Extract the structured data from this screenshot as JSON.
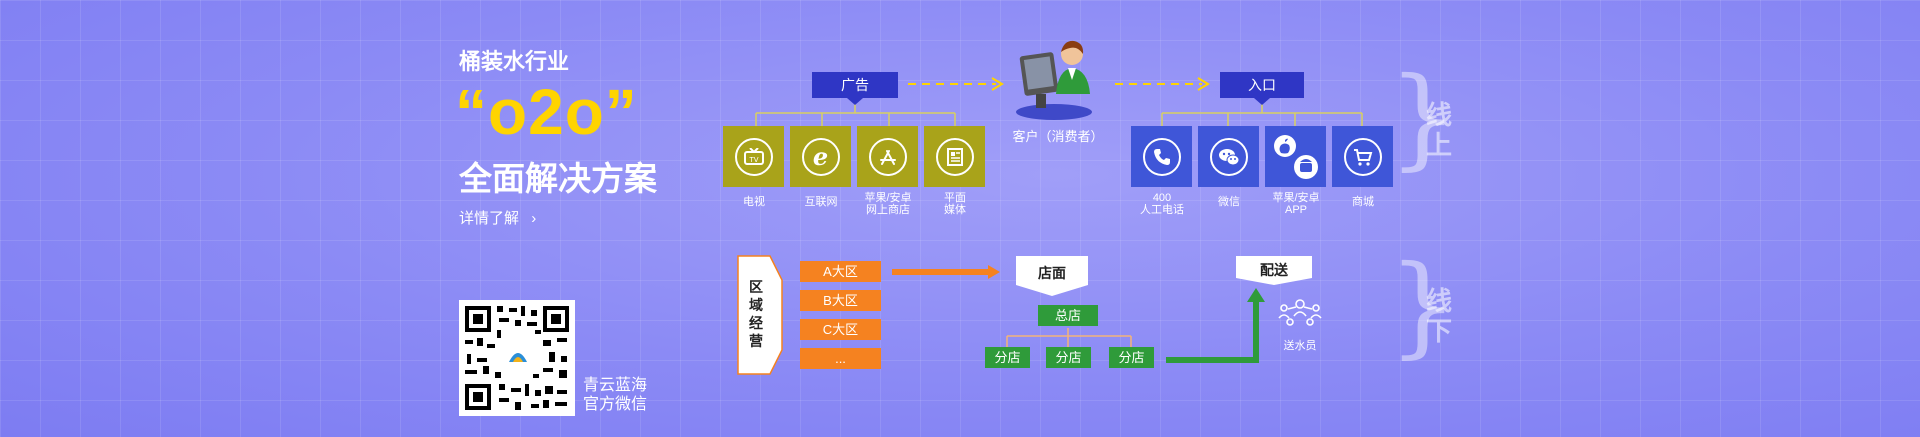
{
  "hero": {
    "subtitle": "桶装水行业",
    "o2o": "“o2o”",
    "title": "全面解决方案",
    "link_label": "详情了解",
    "qr_caption_1": "青云蓝海",
    "qr_caption_2": "官方微信"
  },
  "online": {
    "ad_label": "广告",
    "entry_label": "入口",
    "customer_label": "客户（消费者）",
    "side_label_1": "线",
    "side_label_2": "上",
    "ad_channels": [
      {
        "label": "电视",
        "icon": "tv-icon"
      },
      {
        "label": "互联网",
        "icon": "ie-icon"
      },
      {
        "label": "苹果/安卓\n网上商店",
        "icon": "app-store-icon"
      },
      {
        "label": "平面\n媒体",
        "icon": "newspaper-icon"
      }
    ],
    "entry_channels": [
      {
        "label": "400\n人工电话",
        "icon": "phone-icon"
      },
      {
        "label": "微信",
        "icon": "wechat-icon"
      },
      {
        "label": "苹果/安卓\nAPP",
        "icon": "apple-android-icon"
      },
      {
        "label": "商城",
        "icon": "cart-icon"
      }
    ]
  },
  "offline": {
    "region_label": "区\n域\n经\n营",
    "regions": [
      "A大区",
      "B大区",
      "C大区",
      "..."
    ],
    "store_label": "店面",
    "head_store": "总店",
    "branches": [
      "分店",
      "分店",
      "分店"
    ],
    "delivery_label": "配送",
    "courier_label": "送水员",
    "side_label_1": "线",
    "side_label_2": "下"
  },
  "colors": {
    "background": "#8d8cf6",
    "olive_tile": "#a9a31a",
    "blue_tile": "#3f56d8",
    "label_dark": "#2f36c5",
    "accent_yellow": "#ffd400",
    "orange": "#f58220",
    "green": "#2f9b3a"
  }
}
